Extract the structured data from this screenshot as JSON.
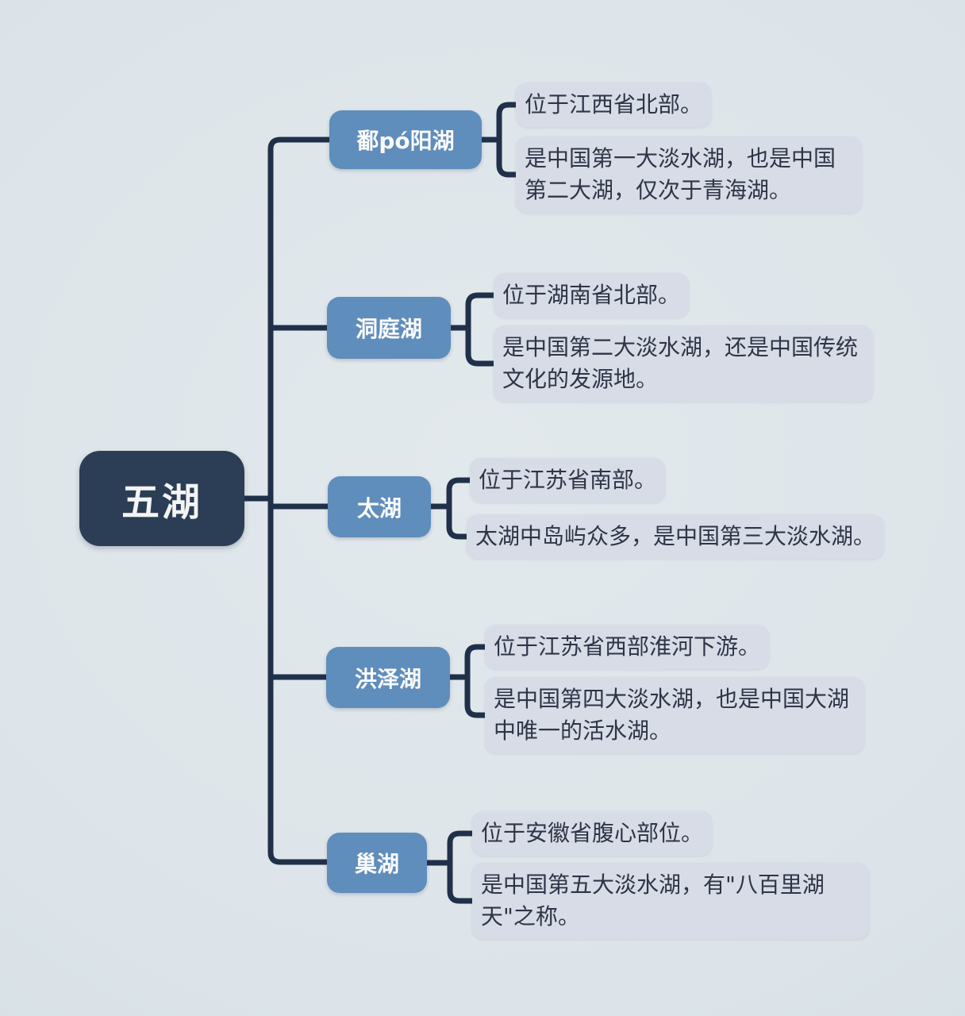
{
  "colors": {
    "background": "#dce4e9",
    "connector": "#20304a",
    "root_bg": "#2c3d56",
    "root_text": "#f3f4f3",
    "branch_bg": "#5f8dbc",
    "branch_text": "#fafafa",
    "leaf_bg": "#d8dce6",
    "leaf_text": "#2d3547"
  },
  "root": {
    "label": "五湖"
  },
  "branches": [
    {
      "label": "鄱pó阳湖",
      "leaves": [
        {
          "text": "位于江西省北部。"
        },
        {
          "text": "是中国第一大淡水湖，也是中国第二大湖，仅次于青海湖。"
        }
      ]
    },
    {
      "label": "洞庭湖",
      "leaves": [
        {
          "text": "位于湖南省北部。"
        },
        {
          "text": "是中国第二大淡水湖，还是中国传统文化的发源地。"
        }
      ]
    },
    {
      "label": "太湖",
      "leaves": [
        {
          "text": "位于江苏省南部。"
        },
        {
          "text": "太湖中岛屿众多，是中国第三大淡水湖。"
        }
      ]
    },
    {
      "label": "洪泽湖",
      "leaves": [
        {
          "text": "位于江苏省西部淮河下游。"
        },
        {
          "text": "是中国第四大淡水湖，也是中国大湖中唯一的活水湖。"
        }
      ]
    },
    {
      "label": "巢湖",
      "leaves": [
        {
          "text": "位于安徽省腹心部位。"
        },
        {
          "text": "是中国第五大淡水湖，有\"八百里湖天\"之称。"
        }
      ]
    }
  ]
}
